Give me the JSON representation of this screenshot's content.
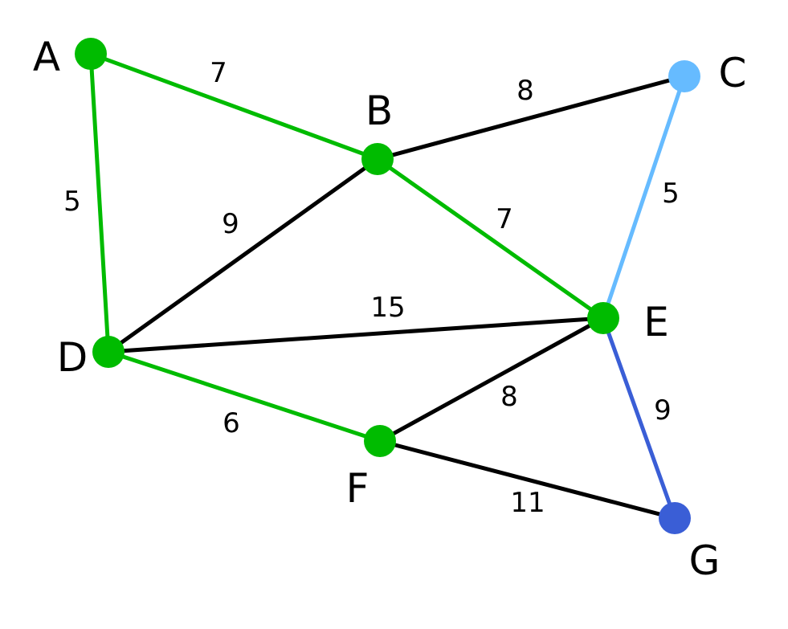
{
  "colors": {
    "tree": "#00bb00",
    "default": "#000000",
    "light_blue": "#66bbff",
    "blue": "#3a5ed6"
  },
  "nodes": [
    {
      "id": "A",
      "label": "A",
      "color": "#00bb00"
    },
    {
      "id": "B",
      "label": "B",
      "color": "#00bb00"
    },
    {
      "id": "C",
      "label": "C",
      "color": "#66bbff"
    },
    {
      "id": "D",
      "label": "D",
      "color": "#00bb00"
    },
    {
      "id": "E",
      "label": "E",
      "color": "#00bb00"
    },
    {
      "id": "F",
      "label": "F",
      "color": "#00bb00"
    },
    {
      "id": "G",
      "label": "G",
      "color": "#3a5ed6"
    }
  ],
  "edges": [
    {
      "from": "A",
      "to": "B",
      "weight": "7",
      "color": "#00bb00"
    },
    {
      "from": "A",
      "to": "D",
      "weight": "5",
      "color": "#00bb00"
    },
    {
      "from": "B",
      "to": "C",
      "weight": "8",
      "color": "#000000"
    },
    {
      "from": "B",
      "to": "D",
      "weight": "9",
      "color": "#000000"
    },
    {
      "from": "B",
      "to": "E",
      "weight": "7",
      "color": "#00bb00"
    },
    {
      "from": "C",
      "to": "E",
      "weight": "5",
      "color": "#66bbff"
    },
    {
      "from": "D",
      "to": "E",
      "weight": "15",
      "color": "#000000"
    },
    {
      "from": "D",
      "to": "F",
      "weight": "6",
      "color": "#00bb00"
    },
    {
      "from": "E",
      "to": "F",
      "weight": "8",
      "color": "#000000"
    },
    {
      "from": "E",
      "to": "G",
      "weight": "9",
      "color": "#3a5ed6"
    },
    {
      "from": "F",
      "to": "G",
      "weight": "11",
      "color": "#000000"
    }
  ]
}
